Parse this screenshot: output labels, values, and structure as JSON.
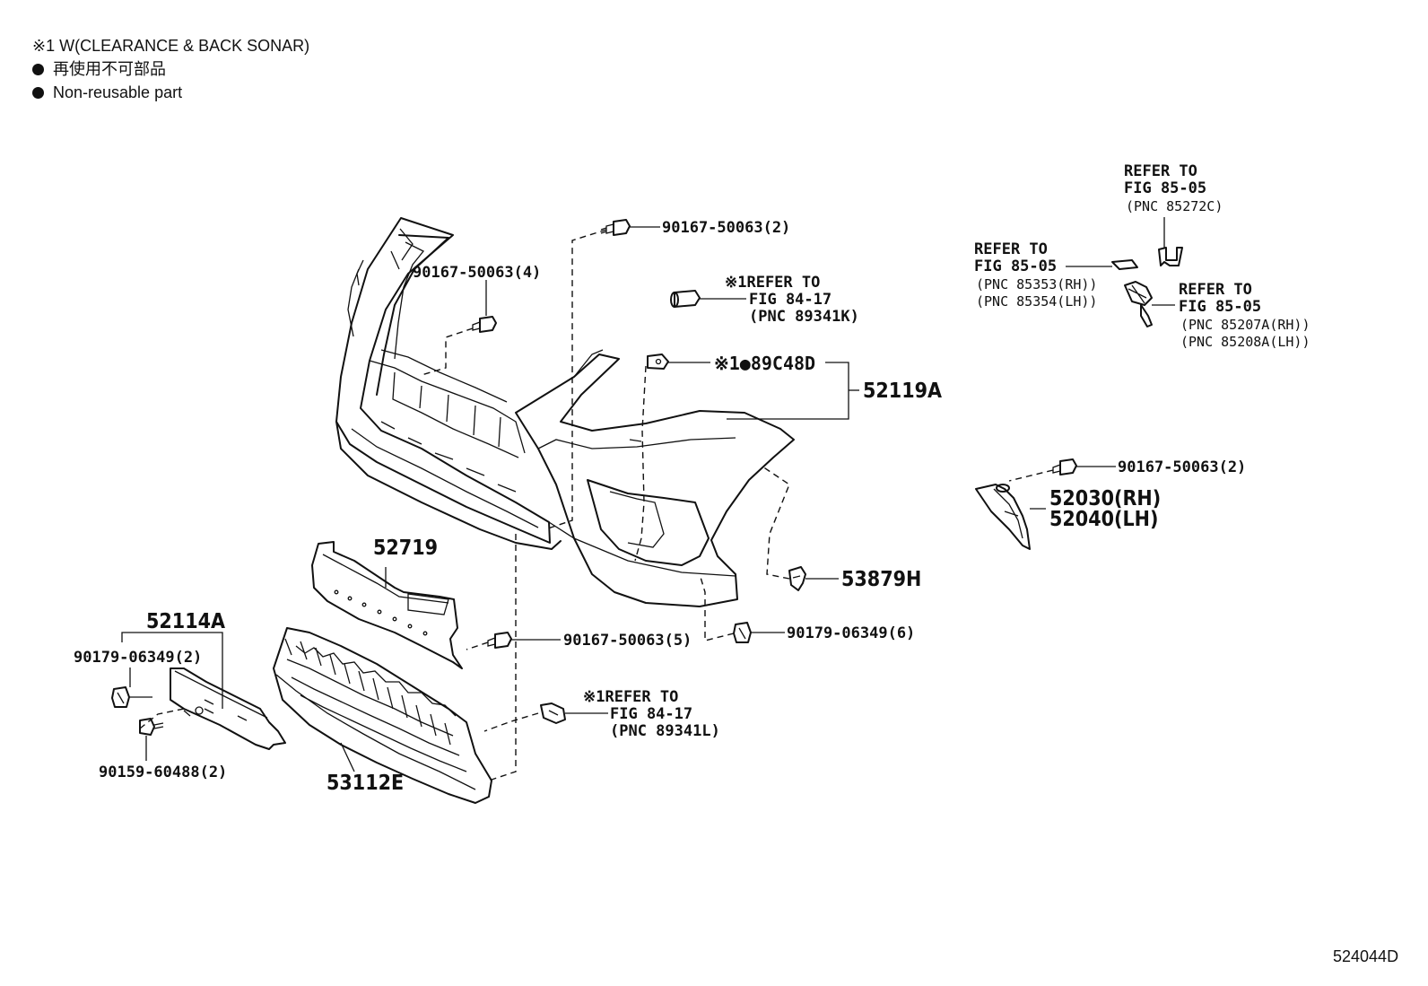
{
  "notes": {
    "line1": "※1 W(CLEARANCE & BACK SONAR)",
    "line2": "再使用不可部品",
    "line3": "Non-reusable part"
  },
  "labels": {
    "bolt_top_2": "90167-50063(2)",
    "bolt_4": "90167-50063(4)",
    "sensor_ref_top": [
      "※1REFER TO",
      "FIG 84-17",
      "(PNC 89341K)"
    ],
    "retainer": "※1●89C48D",
    "bumper_cover": "52119A",
    "grille_upper": "52719",
    "clip_53879h": "53879H",
    "bolt_5": "90167-50063(5)",
    "nut_6": "90179-06349(6)",
    "sensor_ref_bottom": [
      "※1REFER TO",
      "FIG 84-17",
      "(PNC 89341L)"
    ],
    "plate_bracket": "52114A",
    "nut_2": "90179-06349(2)",
    "screw_2": "90159-60488(2)",
    "grille_lower": "53112E",
    "ref_85272c": [
      "REFER TO",
      "FIG 85-05",
      "(PNC 85272C)"
    ],
    "ref_85353": [
      "REFER TO",
      "FIG 85-05",
      "(PNC 85353(RH))",
      "(PNC 85354(LH))"
    ],
    "ref_85207a": [
      "REFER TO",
      "FIG 85-05",
      "(PNC 85207A(RH))",
      "(PNC 85208A(LH))"
    ],
    "bolt_side_2": "90167-50063(2)",
    "cover_rh": "52030(RH)",
    "cover_lh": "52040(LH)"
  },
  "figure_id": "524044D"
}
